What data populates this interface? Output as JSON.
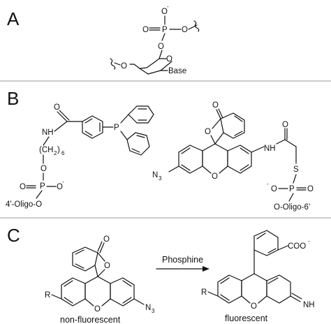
{
  "panels": {
    "a": {
      "letter": "A",
      "atoms": {
        "o_minus": "O",
        "charge": "-",
        "p": "P",
        "o_dbl": "O",
        "o_right": "O",
        "o_left": "O",
        "o_ring": "O",
        "o_5p": "O",
        "base": "Base"
      }
    },
    "b": {
      "letter": "B",
      "atoms": {
        "nh": "NH",
        "o_amide": "O",
        "p_phos": "P",
        "ch2": "(CH",
        "sub2": "2",
        "close": ")",
        "sub6": "6",
        "o_link": "O",
        "p_link": "P",
        "o_minus_link": "O",
        "charge": "-",
        "o_dbl_link": "O",
        "oligo4": "4'-Oligo-O",
        "o_lactone": "O",
        "o_lactone_ring": "O",
        "o_xanthene": "O",
        "n3": "N",
        "sub3": "3",
        "nh_r": "NH",
        "o_amide_r": "O",
        "s": "S",
        "p_r": "P",
        "o_minus_r": "O",
        "o_dbl_r": "O",
        "oligo6": "O-Oligo-6'"
      }
    },
    "c": {
      "letter": "C",
      "arrow_label": "Phosphine",
      "left_caption": "non-fluorescent",
      "right_caption": "fluorescent",
      "atoms": {
        "o_lac": "O",
        "o_ring": "O",
        "o_xan": "O",
        "r_left": "R",
        "n3": "N",
        "sub3": "3",
        "coo": "COO",
        "charge": "-",
        "o_xan_r": "O",
        "r_right": "R",
        "nh": "NH"
      }
    }
  }
}
